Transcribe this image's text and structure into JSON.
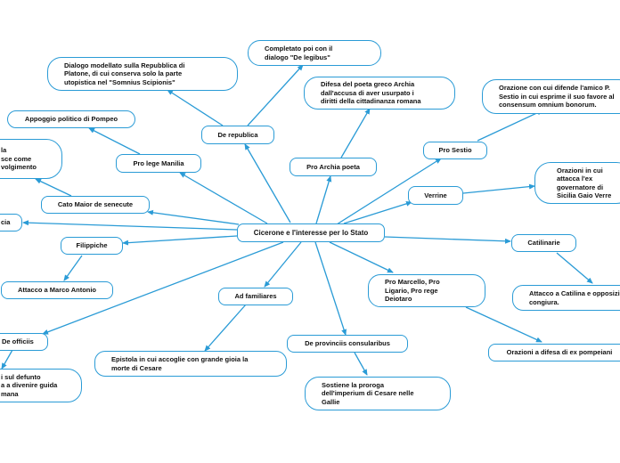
{
  "central": "Cicerone e l'interesse per lo Stato",
  "nodes": {
    "de_republica": "De republica",
    "de_republica_desc": "Dialogo modellato sulla Repubblica di\nPlatone, di cui conserva solo la parte\nutopistica nel \"Somnius Scipionis\"",
    "de_legibus": "Completato poi con il\ndialogo \"De legibus\"",
    "pro_lege_manilia": "Pro lege Manilia",
    "appoggio_pompeo": "Appoggio politico di Pompeo",
    "pro_archia": "Pro Archia poeta",
    "archia_desc": "Difesa del poeta greco Archia\ndall'accusa di aver usurpato i\ndiritti della cittadinanza romana",
    "pro_sestio": "Pro Sestio",
    "sestio_desc": "Orazione con cui difende l'amico P.\nSestio in cui esprime il suo favore al\nconsensum omnium bonorum.",
    "verrine": "Verrine",
    "verrine_desc": "Orazioni in cui\nattacca l'ex\ngovernatore di\nSicilia Gaio Verre",
    "cato_maior": "Cato Maior de senecute",
    "cato_desc": "la\nsce come\nvolgimento",
    "left_cut": "cia",
    "catilinarie": "Catilinarie",
    "catilinarie_desc": "Attacco a Catilina e opposizione alla\ncongiura.",
    "filippiche": "Filippiche",
    "filippiche_desc": "Attacco a Marco Antonio",
    "pro_marcello": "Pro Marcello, Pro\nLigario, Pro rege\nDeiotaro",
    "pompeiani_desc": "Orazioni a difesa di ex pompeiani",
    "ad_familiares": "Ad familiares",
    "familiares_desc": "Epistola in cui accoglie con grande gioia la\nmorte di Cesare",
    "de_provinciis": "De provinciis consularibus",
    "provinciis_desc": "Sostiene la proroga\ndell'imperium di Cesare nelle\nGallie",
    "de_officiis": "De officiis",
    "officiis_desc": "i sul defunto\na a divenire guida\nmana"
  },
  "colors": {
    "line": "#2a9bd6",
    "border": "#2a9bd6",
    "text": "#111111",
    "background": "#ffffff"
  }
}
